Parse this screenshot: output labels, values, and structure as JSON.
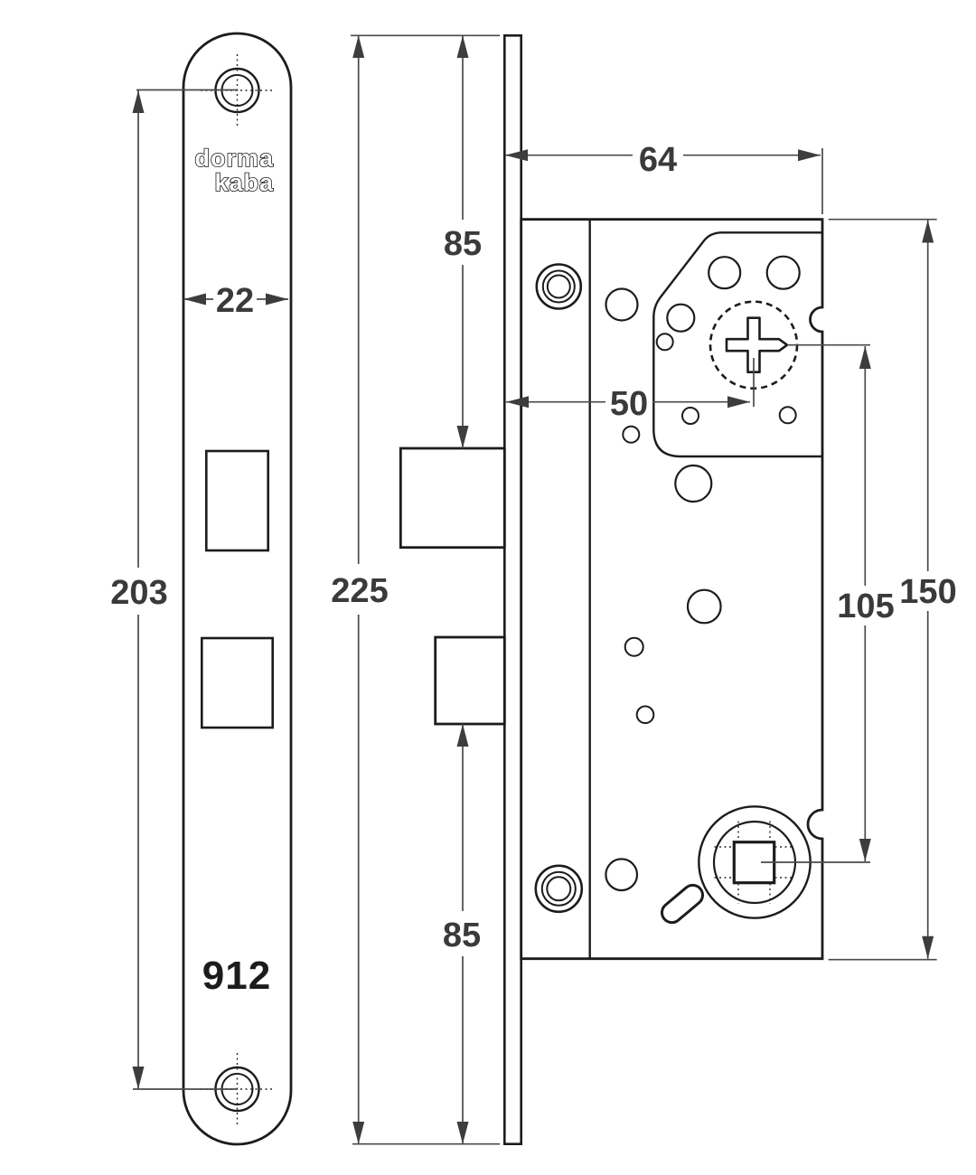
{
  "drawing": {
    "brand": {
      "line1": "dorma",
      "line2": "kaba"
    },
    "model": "912",
    "dimensions": {
      "hole_spacing": "203",
      "faceplate_width": "22",
      "faceplate_length": "225",
      "latch_offset_top": "85",
      "bolt_offset_bottom": "85",
      "case_depth": "64",
      "backset": "50",
      "axle_distance": "105",
      "case_height": "150"
    },
    "colors": {
      "outline": "#1c1c1c",
      "dimension_line": "#4a4a4a",
      "label_text": "#3a3a3a",
      "background": "#ffffff"
    }
  }
}
